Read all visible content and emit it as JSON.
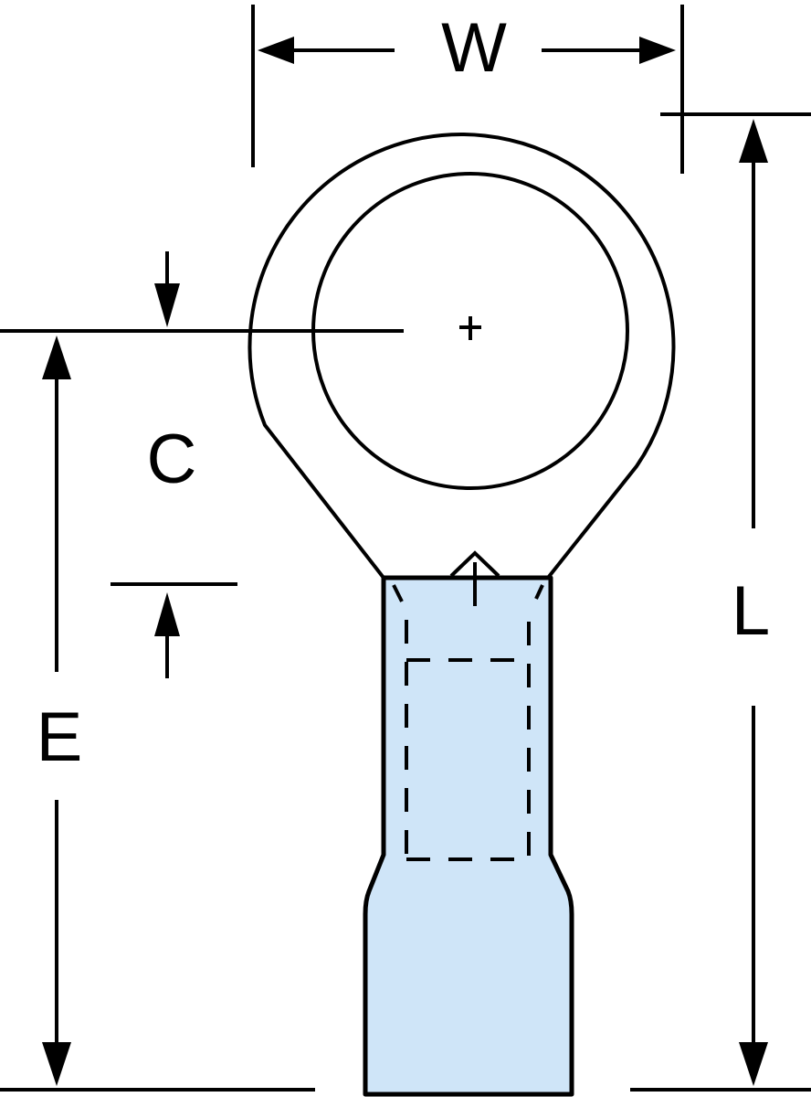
{
  "diagram": {
    "subject": "Ring terminal dimension drawing",
    "labels": {
      "width": "W",
      "length": "L",
      "center_to_edge": "C",
      "center_to_end": "E",
      "center_mark": "+"
    },
    "colors": {
      "line": "#000000",
      "insulation_fill": "#CFE5F8",
      "background": "#FFFFFF"
    }
  }
}
